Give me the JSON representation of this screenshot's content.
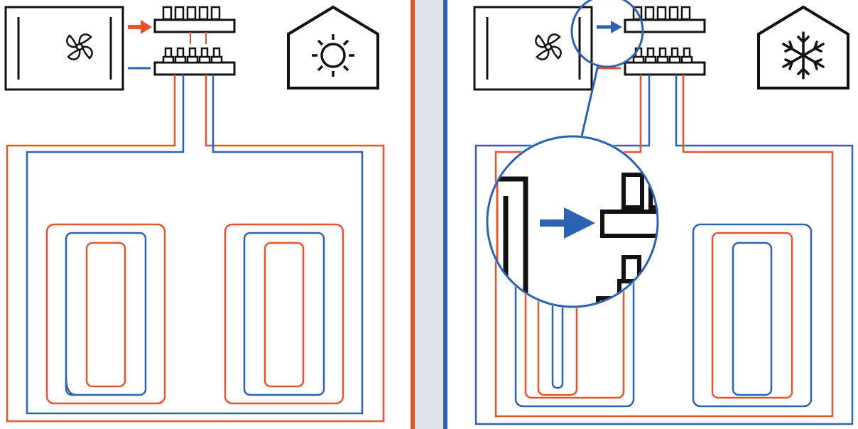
{
  "colors": {
    "background": "#ffffff",
    "outline": "#111111",
    "hot_pipe": "#e8532a",
    "cold_pipe": "#2d62b3",
    "divider_gap": "#dde3e8"
  },
  "panels": [
    {
      "mode": "heating",
      "mode_icon": "sun-icon",
      "unit_icon": "fan-icon",
      "supply_arrow_color": "#e8532a",
      "return_line_color": "#2d62b3"
    },
    {
      "mode": "cooling",
      "mode_icon": "snowflake-icon",
      "unit_icon": "fan-icon",
      "supply_arrow_color": "#2d62b3",
      "magnifier": "zoomed-supply-arrow"
    }
  ]
}
